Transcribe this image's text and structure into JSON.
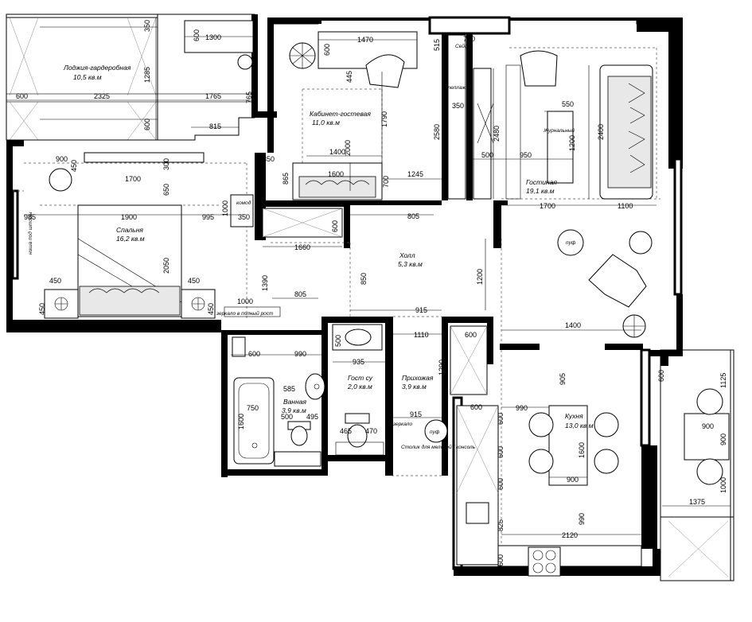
{
  "rooms": {
    "loggia": {
      "name": "Лоджия-гардеробная",
      "area": "10,5  кв.м"
    },
    "office": {
      "name": "Кабинет-гостевая",
      "area": "11,0  кв.м"
    },
    "living": {
      "name": "Гостиная",
      "area": "19,1  кв.м"
    },
    "bedroom": {
      "name": "Спальня",
      "area": "16,2  кв.м"
    },
    "hall": {
      "name": "Холл",
      "area": "5,3  кв.м"
    },
    "bath": {
      "name": "Ванная",
      "area": "3,9  кв.м"
    },
    "guest_wc": {
      "name": "Гост  су",
      "area": "2,0  кв.м"
    },
    "entry": {
      "name": "Прихожая",
      "area": "3,9  кв.м"
    },
    "kitchen": {
      "name": "Кухня",
      "area": "13,0  кв.м"
    }
  },
  "labels": {
    "safe": "Сейф",
    "shelving": "Стеллаж",
    "coffee_table": "Журнальный",
    "pouf1": "пуф",
    "pouf2": "пуф",
    "dresser": "комод",
    "curtain_niche": "ниша под шторы",
    "mirror_full": "зеркало в полный рост",
    "mirror": "зеркало",
    "console": "Столик для мелочей / консоль"
  },
  "dimensions": {
    "d350": "350",
    "d1300": "1300",
    "d600a": "600",
    "d1285": "1285",
    "d600b": "600",
    "d2325": "2325",
    "d1765": "1765",
    "d765": "765",
    "d600c": "600",
    "d1470": "1470",
    "d600d": "600",
    "d445": "445",
    "d1790": "1790",
    "d515": "515",
    "d750a": "750",
    "d350b": "350",
    "d2580": "2580",
    "d550": "550",
    "d2480": "2480",
    "d1200a": "1200",
    "d500a": "500",
    "d950": "950",
    "d2400": "2400",
    "d815": "815",
    "d900a": "900",
    "d450a": "450",
    "d300": "300",
    "d1700a": "1700",
    "d650": "650",
    "d350c": "350",
    "d1400a": "1400",
    "d2000": "2000",
    "d865": "865",
    "d1600a": "1600",
    "d700": "700",
    "d1245": "1245",
    "d1000a": "1000",
    "d350d": "350",
    "d985": "985",
    "d1900": "1900",
    "d995": "995",
    "d805a": "805",
    "d600e": "600",
    "d1700b": "1700",
    "d1100": "1100",
    "d1660": "1660",
    "d2050": "2050",
    "d1390": "1390",
    "d850": "850",
    "d1200b": "1200",
    "d450b": "450",
    "d450c": "450",
    "d450d": "450",
    "d450e": "450",
    "d1000b": "1000",
    "d805b": "805",
    "d915a": "915",
    "d1400b": "1400",
    "d500b": "500",
    "d600f": "600",
    "d990a": "990",
    "d1110": "1110",
    "d600g": "600",
    "d935": "935",
    "d1290": "1290",
    "d585": "585",
    "d905": "905",
    "d1125": "1125",
    "d1600b": "1600",
    "d750b": "750",
    "d495": "495",
    "d500c": "500",
    "d915b": "915",
    "d465": "465",
    "d470": "470",
    "d600h": "600",
    "d990b": "990",
    "d600i": "600",
    "d900b": "900",
    "d600j": "600",
    "d1600c": "1600",
    "d900c": "900",
    "d600k": "600",
    "d900d": "900",
    "d1000c": "1000",
    "d600l": "600",
    "d990c": "990",
    "d825": "825",
    "d1375": "1375",
    "d2120": "2120",
    "d600m": "600"
  }
}
